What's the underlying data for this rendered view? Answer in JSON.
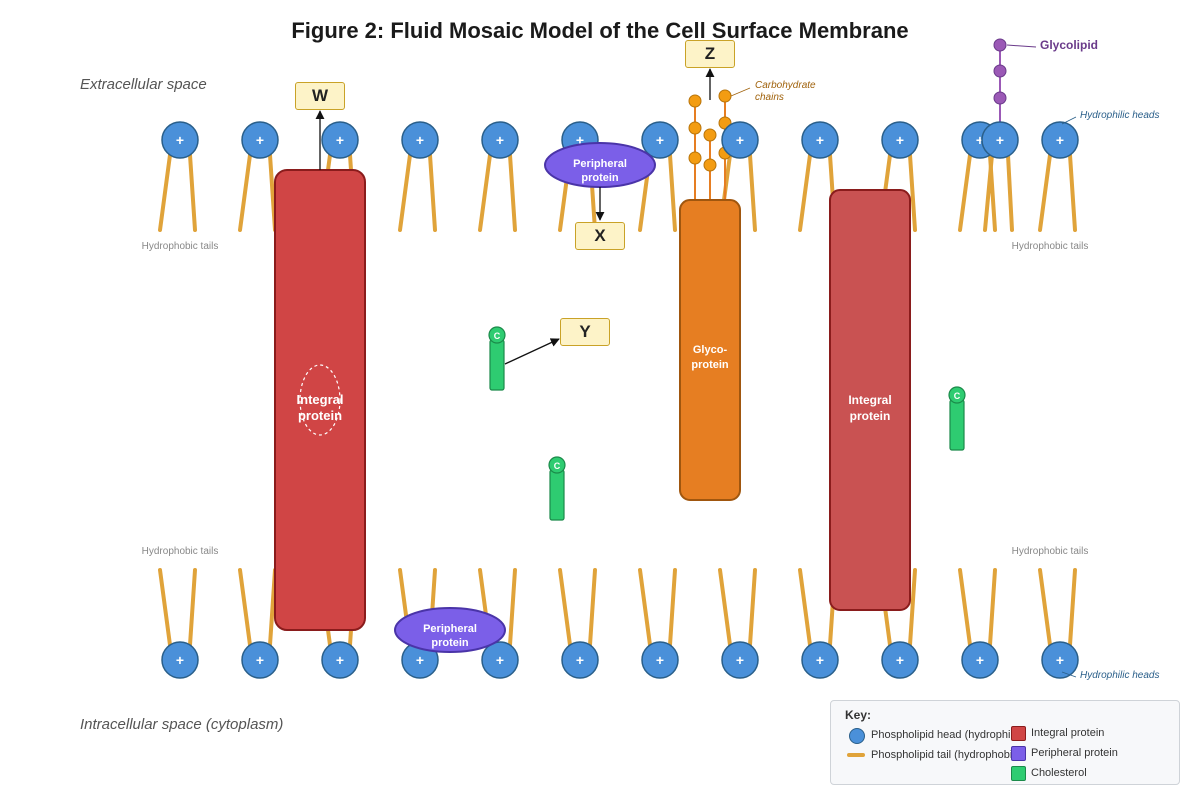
{
  "title": "Figure 2: Fluid Mosaic Model of the Cell Surface Membrane",
  "labels": {
    "extracellular": "Extracellular space",
    "intracellular": "Intracellular space (cytoplasm)",
    "hydrophobic_tails": "Hydrophobic tails",
    "hydrophilic_heads": "Hydrophilic heads",
    "carbohydrate_chains": "Carbohydrate chains",
    "glycolipid": "Glycolipid",
    "head_symbol": "+",
    "cholesterol_symbol": "C"
  },
  "markers": {
    "W": "W",
    "X": "X",
    "Y": "Y",
    "Z": "Z"
  },
  "proteins": {
    "integral_left": "Integral protein",
    "integral_right": "Integral protein",
    "glycoprotein": "Glyco- protein",
    "peripheral_top": "Peripheral protein",
    "peripheral_bottom": "Peripheral protein"
  },
  "key": {
    "title": "Key:",
    "items": [
      {
        "label": "Phospholipid head (hydrophilic)",
        "color": "#4a90d9"
      },
      {
        "label": "Phospholipid tail (hydrophobic)",
        "color": "#e0a33a"
      },
      {
        "label": "Integral protein",
        "color": "#d04545"
      },
      {
        "label": "Peripheral protein",
        "color": "#7b5fe8"
      },
      {
        "label": "Cholesterol",
        "color": "#2ecc71"
      }
    ]
  },
  "colors": {
    "head": "#4a90d9",
    "head_stroke": "#2a5f8a",
    "tail": "#e0a33a",
    "integral": "#d04545",
    "integral_stroke": "#8a1c1c",
    "glycoprotein": "#e67e22",
    "peripheral": "#7b5fe8",
    "cholesterol": "#2ecc71",
    "glycolipid": "#9b59b6",
    "carbohydrate": "#f39c12"
  }
}
